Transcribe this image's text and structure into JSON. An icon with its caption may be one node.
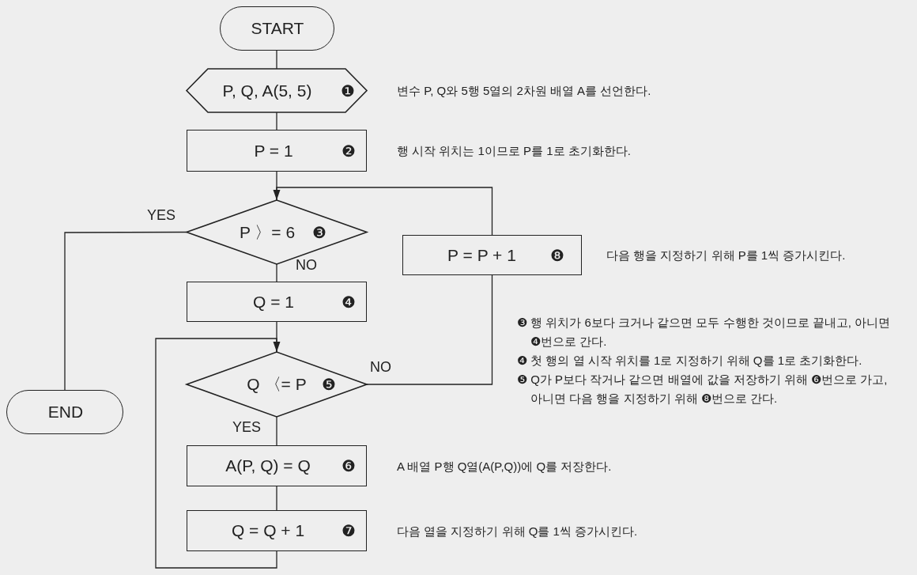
{
  "diagram": {
    "nodes": [
      {
        "text": [
          "START"
        ]
      },
      {
        "text": [
          "P, Q, A(5, 5)",
          "❶"
        ],
        "beside": [
          "변수 P, Q와 5행 5열의 2차원 배열 A를 선언한다."
        ]
      },
      {
        "text": [
          "P = 1",
          "❷"
        ],
        "beside": [
          "행 시작 위치는 1이므로 P를 1로 초기화한다."
        ]
      },
      {
        "text": [
          "P 〉= 6",
          "❸"
        ]
      },
      {
        "text": [
          "Q = 1",
          "❹"
        ]
      },
      {
        "text": [
          "Q 〈= P",
          "❺"
        ]
      },
      {
        "text": [
          "A(P, Q) = Q",
          "❻"
        ],
        "beside": [
          "A 배열 P행 Q열(A(P,Q))에 Q를 저장한다."
        ]
      },
      {
        "text": [
          "Q = Q + 1",
          "❼"
        ],
        "beside": [
          "다음 열을 지정하기 위해 Q를 1씩 증가시킨다."
        ]
      },
      {
        "text": [
          "END"
        ]
      },
      {
        "text": [
          "P = P + 1",
          "❽"
        ],
        "beside": [
          "다음 행을 지정하기 위해 P를 1씩 증가시킨다."
        ]
      }
    ],
    "edges": [
      {
        "from": 0,
        "to": 1,
        "arrow": "none"
      },
      {
        "from": 1,
        "to": 2,
        "arrow": "none"
      },
      {
        "from": 2,
        "to": 3,
        "arrow": "none"
      },
      {
        "from": 9,
        "to": 3,
        "arrow": "to"
      },
      {
        "from": 3,
        "to": 8,
        "arrow": "none",
        "label": "YES"
      },
      {
        "from": 3,
        "to": 4,
        "arrow": "none",
        "label": "NO"
      },
      {
        "from": 4,
        "to": 5,
        "arrow": "none"
      },
      {
        "from": 5,
        "to": 9,
        "arrow": "none",
        "label": "NO"
      },
      {
        "from": 5,
        "to": 6,
        "arrow": "none",
        "label": "YES"
      },
      {
        "from": 6,
        "to": 7,
        "arrow": "none"
      },
      {
        "from": 7,
        "to": 5,
        "arrow": "to"
      }
    ],
    "labels": [
      "❸ 행 위치가 6보다 크거나 같으면 모두 수행한 것이므로 끝내고, 아니면 ❹번으로 간다.",
      "❹ 첫 행의 열 시작 위치를 1로 지정하기 위해 Q를 1로 초기화한다.",
      "❺ Q가 P보다 작거나 같으면 배열에 값을 저장하기 위해 ❻번으로 가고, 아니면 다음 행을 지정하기 위해 ❽번으로 간다."
    ]
  }
}
